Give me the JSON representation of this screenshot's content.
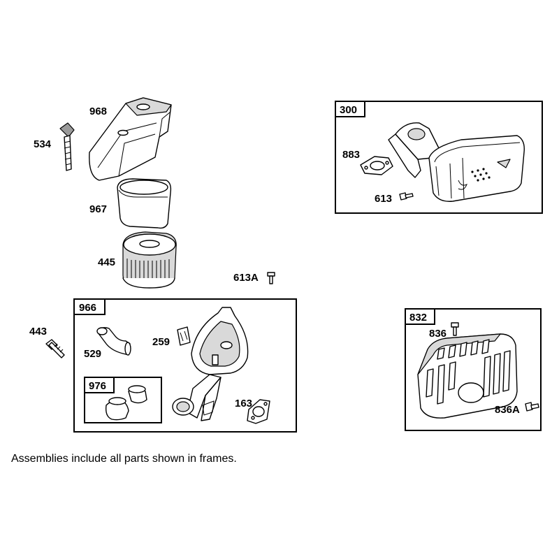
{
  "parts": {
    "p968": "968",
    "p534": "534",
    "p967": "967",
    "p445": "445",
    "p613A": "613A",
    "p443": "443",
    "p529": "529",
    "p259": "259",
    "p163": "163",
    "p883": "883",
    "p613": "613",
    "p836": "836",
    "p836A": "836A"
  },
  "frames": {
    "f300": "300",
    "f966": "966",
    "f976": "976",
    "f832": "832"
  },
  "note": "Assemblies include all parts shown in frames."
}
